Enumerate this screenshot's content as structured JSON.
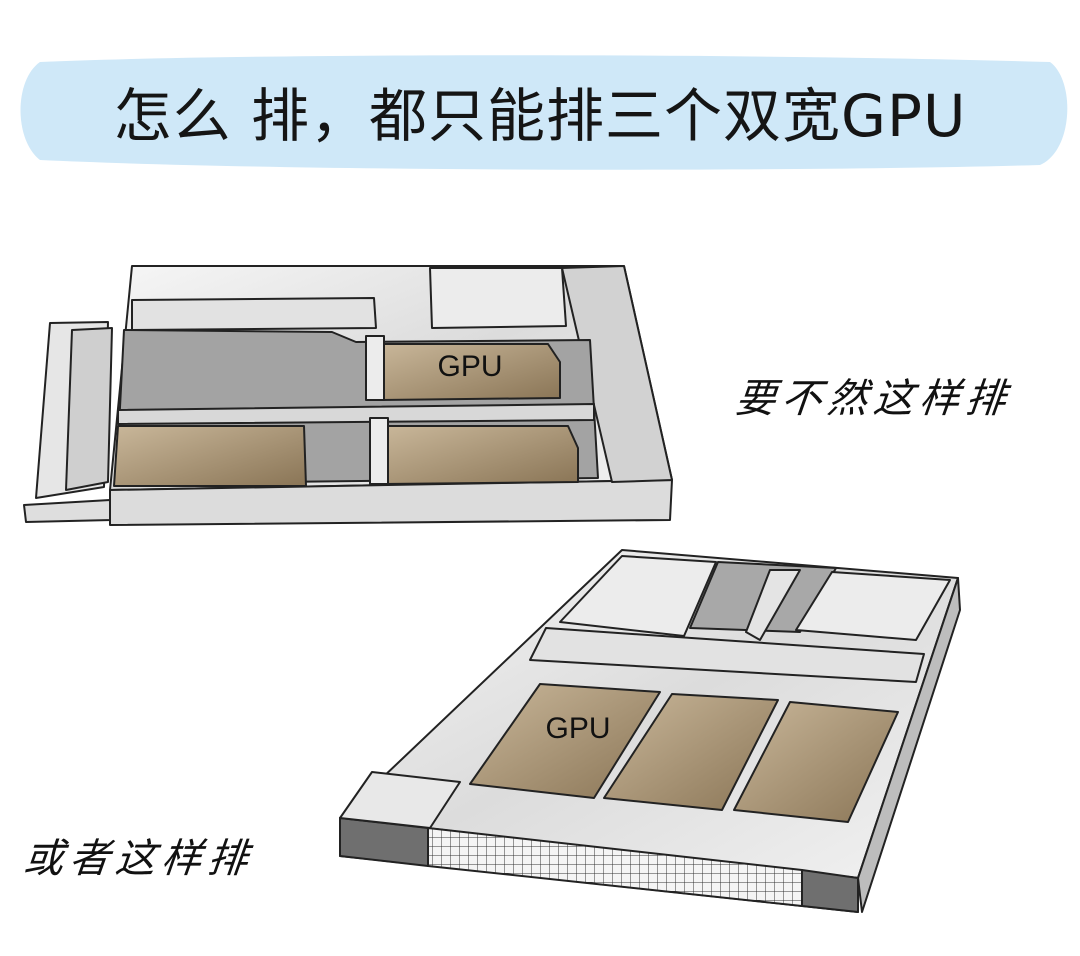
{
  "title": "怎么 排，都只能排三个双宽GPU",
  "diagrams": {
    "top": {
      "gpu_label": "GPU",
      "caption": "要不然这样排"
    },
    "bottom": {
      "gpu_label": "GPU",
      "caption": "或者这样排"
    }
  },
  "colors": {
    "banner": "#cfe8f8",
    "chassis_light": "#ececec",
    "chassis_mid": "#cfcfcf",
    "chassis_dark": "#9a9a9a",
    "gpu_light": "#c9b79a",
    "gpu_dark": "#8a7556",
    "outline": "#222222"
  }
}
